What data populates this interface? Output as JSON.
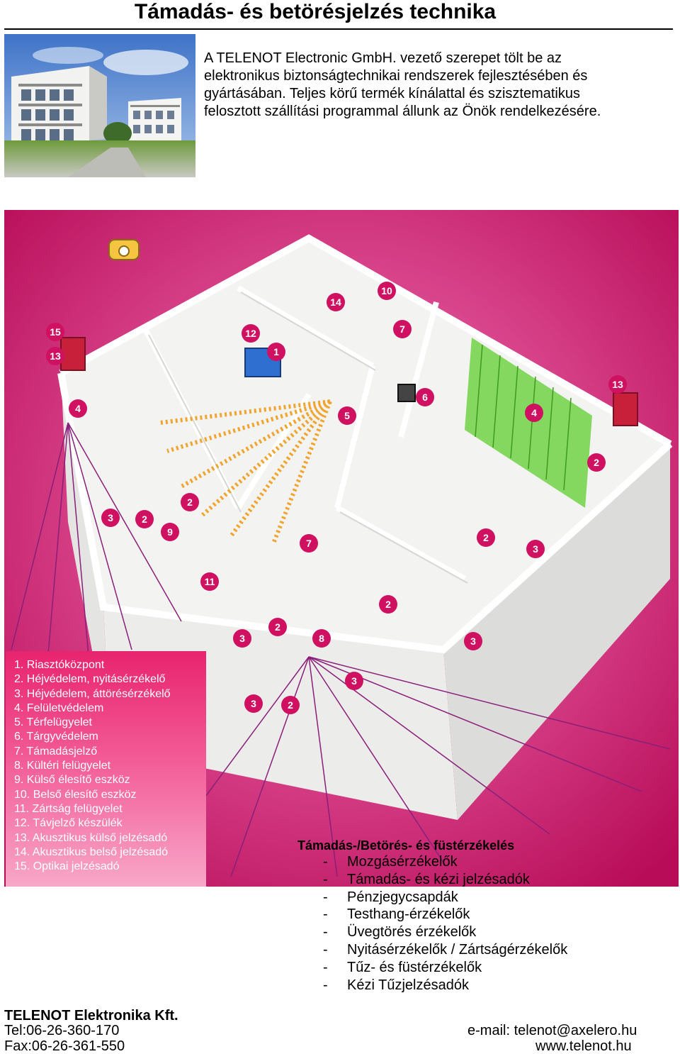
{
  "header": {
    "title": "Támadás- és betörésjelzés technika"
  },
  "intro": {
    "text": "A TELENOT Electronic GmbH. vezető szerepet tölt be az elektronikus biztonságtechnikai rendszerek fejlesztésében és gyártásában. Teljes körű termék kínálattal és szisztematikus felosztott szállítási programmal állunk az Önök rendelkezésére."
  },
  "colors": {
    "magenta_bg": "#c3105e",
    "legend_top": "#e8246e",
    "legend_bottom": "#f8a7c8",
    "sensor_line": "#8a1f7a",
    "zone_green": "#5fcf2f",
    "beam_orange": "#f0a530"
  },
  "legend": {
    "items": [
      "1. Riasztóközpont",
      "2. Héjvédelem, nyitásérzékelő",
      "3. Héjvédelem, áttörésérzékelő",
      "4. Felületvédelem",
      "5. Térfelügyelet",
      "6. Tárgyvédelem",
      "7. Támadásjelző",
      "8. Kültéri felügyelet",
      "9. Külső élesítő eszköz",
      "10. Belső élesítő eszköz",
      "11. Zártság felügyelet",
      "12. Távjelző készülék",
      "13. Akusztikus külső jelzésadó",
      "14. Akusztikus belső jelzésadó",
      "15. Optikai jelzésadó"
    ]
  },
  "plan": {
    "phone_icon": "telephone-icon",
    "markers": [
      "15",
      "13",
      "4",
      "12",
      "1",
      "14",
      "10",
      "7",
      "5",
      "6",
      "4",
      "13",
      "2",
      "3",
      "2",
      "2",
      "9",
      "7",
      "2",
      "3",
      "11",
      "2",
      "2",
      "3",
      "8",
      "3",
      "3",
      "3",
      "2"
    ]
  },
  "detection": {
    "title": "Támadás-/Betörés- és füstérzékelés",
    "dash": "-",
    "items": [
      "Mozgásérzékelők",
      "Támadás- és kézi jelzésadók",
      "Pénzjegycsapdák",
      "Testhang-érzékelők",
      "Üvegtörés érzékelők",
      "Nyitásérzékelők / Zártságérzékelők",
      "Tűz- és füstérzékelők",
      "Kézi Tűzjelzésadók"
    ]
  },
  "footer": {
    "company": "TELENOT Elektronika Kft.",
    "tel": "Tel:06-26-360-170",
    "fax": "Fax:06-26-361-550",
    "email": "e-mail: telenot@axelero.hu",
    "web": "www.telenot.hu"
  }
}
